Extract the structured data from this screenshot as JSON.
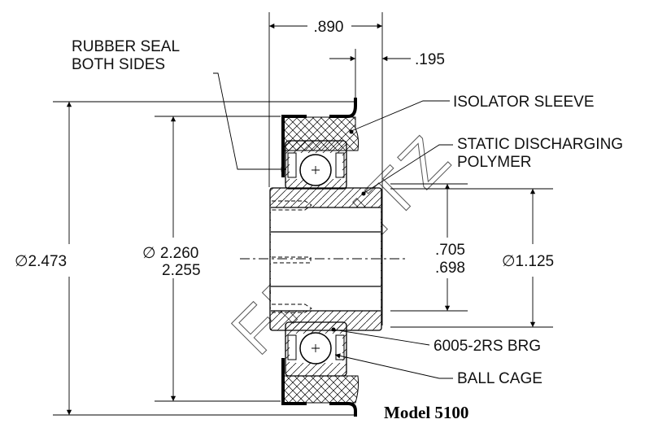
{
  "dimensions": {
    "overall_width": ".890",
    "flange_offset": ".195",
    "outer_diameter": "∅2.473",
    "tire_diameter_max": "∅ 2.260",
    "tire_diameter_min": "2.255",
    "bore_max": ".705",
    "bore_min": ".698",
    "sleeve_diameter": "∅1.125"
  },
  "callouts": {
    "rubber_seal_line1": "RUBBER SEAL",
    "rubber_seal_line2": "BOTH SIDES",
    "isolator_sleeve": "ISOLATOR SLEEVE",
    "static_line1": "STATIC DISCHARGING",
    "static_line2": "POLYMER",
    "bearing": "6005-2RS BRG",
    "ball_cage": "BALL CAGE"
  },
  "model_label": "Model 5100",
  "watermark": "FRANTZ"
}
